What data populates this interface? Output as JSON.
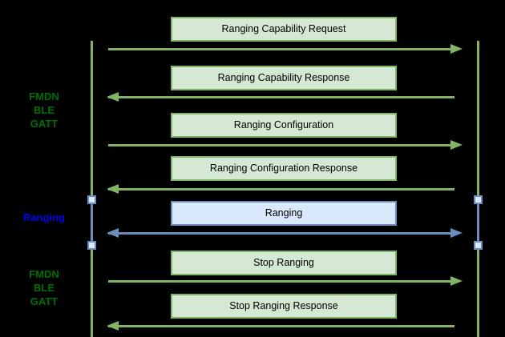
{
  "diagram": {
    "type": "sequence-diagram",
    "background": "#000000",
    "colors": {
      "green_box_fill": "#d5e8d4",
      "green_box_stroke": "#82b366",
      "green_arrow": "#82b366",
      "green_lifeline": "#82b366",
      "blue_box_fill": "#dae8fc",
      "blue_box_stroke": "#6c8ebf",
      "blue_arrow": "#6c8ebf",
      "green_label_text": "#006e00",
      "blue_label_text": "#0000f0",
      "box_text": "#000000"
    },
    "phases": [
      {
        "id": "fmdn-ble-gatt-top",
        "lines": [
          "FMDN",
          "BLE",
          "GATT"
        ],
        "color": "#006e00"
      },
      {
        "id": "ranging",
        "lines": [
          "Ranging"
        ],
        "color": "#0000f0"
      },
      {
        "id": "fmdn-ble-gatt-bottom",
        "lines": [
          "FMDN",
          "BLE",
          "GATT"
        ],
        "color": "#006e00"
      }
    ],
    "messages": [
      {
        "label": "Ranging Capability Request",
        "direction": "right",
        "style": "green"
      },
      {
        "label": "Ranging Capability Response",
        "direction": "left",
        "style": "green"
      },
      {
        "label": "Ranging Configuration",
        "direction": "right",
        "style": "green"
      },
      {
        "label": "Ranging Configuration Response",
        "direction": "left",
        "style": "green"
      },
      {
        "label": "Ranging",
        "direction": "both",
        "style": "blue"
      },
      {
        "label": "Stop Ranging",
        "direction": "right",
        "style": "green"
      },
      {
        "label": "Stop Ranging Response",
        "direction": "left",
        "style": "green"
      }
    ],
    "lifelines": {
      "count": 2,
      "activation_marker": "blue-square"
    }
  }
}
